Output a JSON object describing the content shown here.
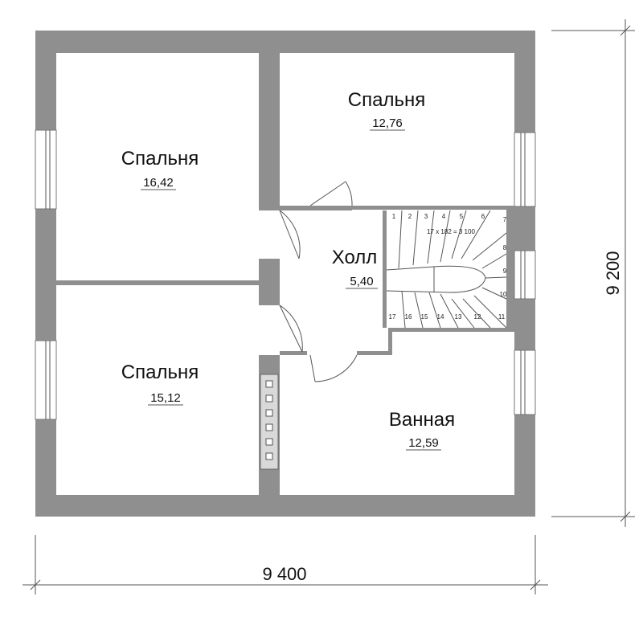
{
  "rooms": [
    {
      "id": "bedroom-1",
      "name": "Спальня",
      "area": "16,42"
    },
    {
      "id": "bedroom-2",
      "name": "Спальня",
      "area": "12,76"
    },
    {
      "id": "bedroom-3",
      "name": "Спальня",
      "area": "15,12"
    },
    {
      "id": "hall",
      "name": "Холл",
      "area": "5,40"
    },
    {
      "id": "bathroom",
      "name": "Ванная",
      "area": "12,59"
    }
  ],
  "dimensions": {
    "width": "9 400",
    "height": "9 200"
  },
  "stairs": {
    "note": "17 x 182 = 3 100",
    "steps": [
      "1",
      "2",
      "3",
      "4",
      "5",
      "6",
      "7",
      "8",
      "9",
      "10",
      "11",
      "12",
      "13",
      "14",
      "15",
      "16",
      "17"
    ]
  },
  "colors": {
    "wall": "#8f8f8f",
    "line": "#555555"
  }
}
